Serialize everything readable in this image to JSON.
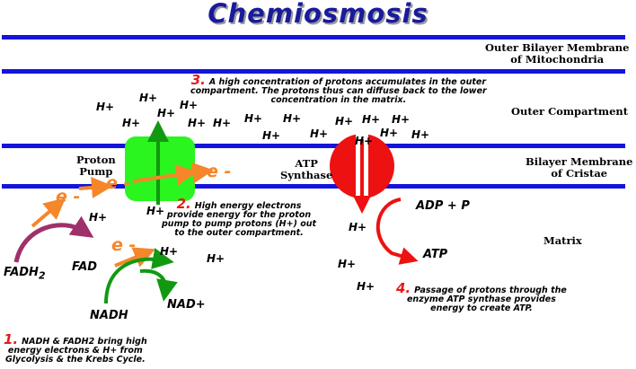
{
  "title": "Chemiosmosis",
  "labels": {
    "outer_bilayer": "Outer Bilayer Membrane\nof Mitochondria",
    "outer_compartment": "Outer Compartment",
    "cristae_bilayer": "Bilayer Membrane\nof Cristae",
    "matrix": "Matrix",
    "proton_pump": "Proton\nPump",
    "atp_synthase": "ATP\nSynthase"
  },
  "molecules": {
    "fadh2": "FADH",
    "fadh2_sub": "2",
    "fad": "FAD",
    "nadh": "NADH",
    "nad_plus": "NAD+",
    "adp_p": "ADP + P",
    "atp": "ATP"
  },
  "proton": "H+",
  "electron": "e -",
  "notes": [
    {
      "num": "1.",
      "text": "NADH & FADH2 bring high\nenergy electrons & H+ from\nGlycolysis & the Krebs Cycle."
    },
    {
      "num": "2.",
      "text": "High energy electrons\nprovide energy for the proton\npump to pump protons (H+) out\nto the outer compartment."
    },
    {
      "num": "3.",
      "text": "A high concentration of protons accumulates in the outer\ncompartment. The protons thus can diffuse back to the lower\nconcentration in the matrix."
    },
    {
      "num": "4.",
      "text": "Passage of protons through the\nenzyme ATP synthase provides\nenergy to create ATP."
    }
  ],
  "colors": {
    "membrane": "#1414dc",
    "proton_pump": "#2af51f",
    "atp_synthase": "#ee1111",
    "electron_flow": "#f5862a",
    "fadh2_arrow": "#a0306a",
    "nadh_arrow": "#119911",
    "atp_arrow": "#ee1111",
    "title": "#1a1a9c"
  }
}
